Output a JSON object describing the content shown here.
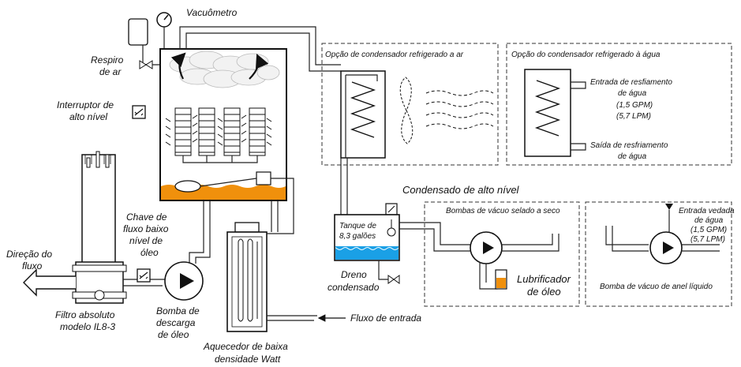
{
  "labels": {
    "vacuometro": "Vacuômetro",
    "respiro_l1": "Respiro",
    "respiro_l2": "de ar",
    "interruptor_l1": "Interruptor de",
    "interruptor_l2": "alto nível",
    "chave_l1": "Chave de",
    "chave_l2": "fluxo baixo",
    "chave_l3": "nível de",
    "chave_l4": "óleo",
    "direcao_l1": "Direção do",
    "direcao_l2": "fluxo",
    "filtro_l1": "Filtro absoluto",
    "filtro_l2": "modelo IL8-3",
    "bomba_l1": "Bomba de",
    "bomba_l2": "descarga",
    "bomba_l3": "de óleo",
    "aquecedor_l1": "Aquecedor de baixa",
    "aquecedor_l2": "densidade Watt",
    "fluxo_entrada": "Fluxo de entrada",
    "opcao_ar": "Opção de condensador refrigerado a ar",
    "opcao_agua": "Opção do condensador refrigerado à água",
    "entrada_l1": "Entrada de resfiamento",
    "entrada_l2": "de água",
    "entrada_l3": "(1,5 GPM)",
    "entrada_l4": "(5,7 LPM)",
    "saida_l1": "Saída de resfriamento",
    "saida_l2": "de água",
    "condensado_alto": "Condensado de alto nível",
    "tanque_l1": "Tanque de",
    "tanque_l2": "8,3 galões",
    "dreno_l1": "Dreno",
    "dreno_l2": "condensado",
    "bombas_seco": "Bombas de vácuo selado a seco",
    "lubrificador_l1": "Lubrificador",
    "lubrificador_l2": "de óleo",
    "entrada_vedada_l1": "Entrada vedada",
    "entrada_vedada_l2": "de água",
    "entrada_vedada_l3": "(1,5 GPM)",
    "entrada_vedada_l4": "(5,7 LPM)",
    "anel_liquido": "Bomba de vácuo de anel líquido"
  },
  "colors": {
    "oil": "#f0900c",
    "water": "#1aa0e6",
    "line": "#222222"
  }
}
